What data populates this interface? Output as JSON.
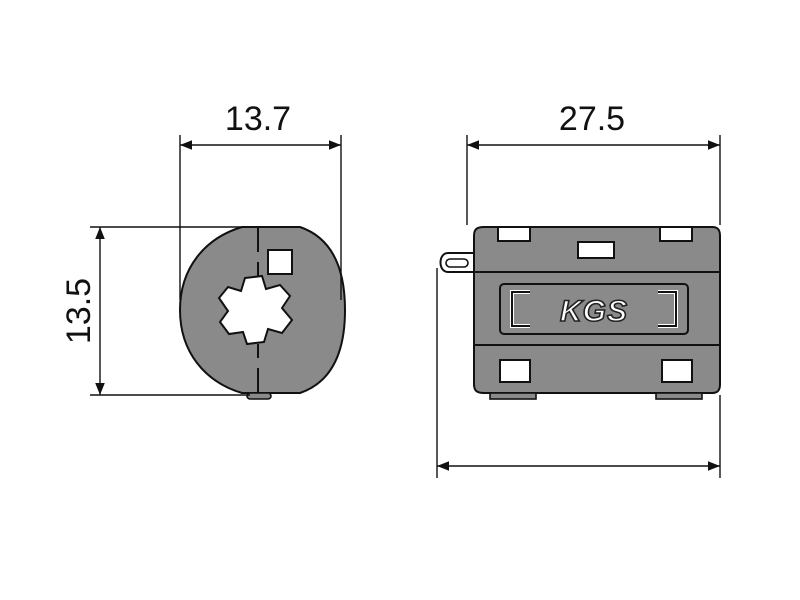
{
  "dimensions": {
    "end_width": "13.7",
    "end_height": "13.5",
    "side_length": "27.5"
  },
  "logo": {
    "text": "KGS"
  },
  "colors": {
    "body": "#8a8a8a",
    "outline": "#111111",
    "background": "#ffffff"
  }
}
